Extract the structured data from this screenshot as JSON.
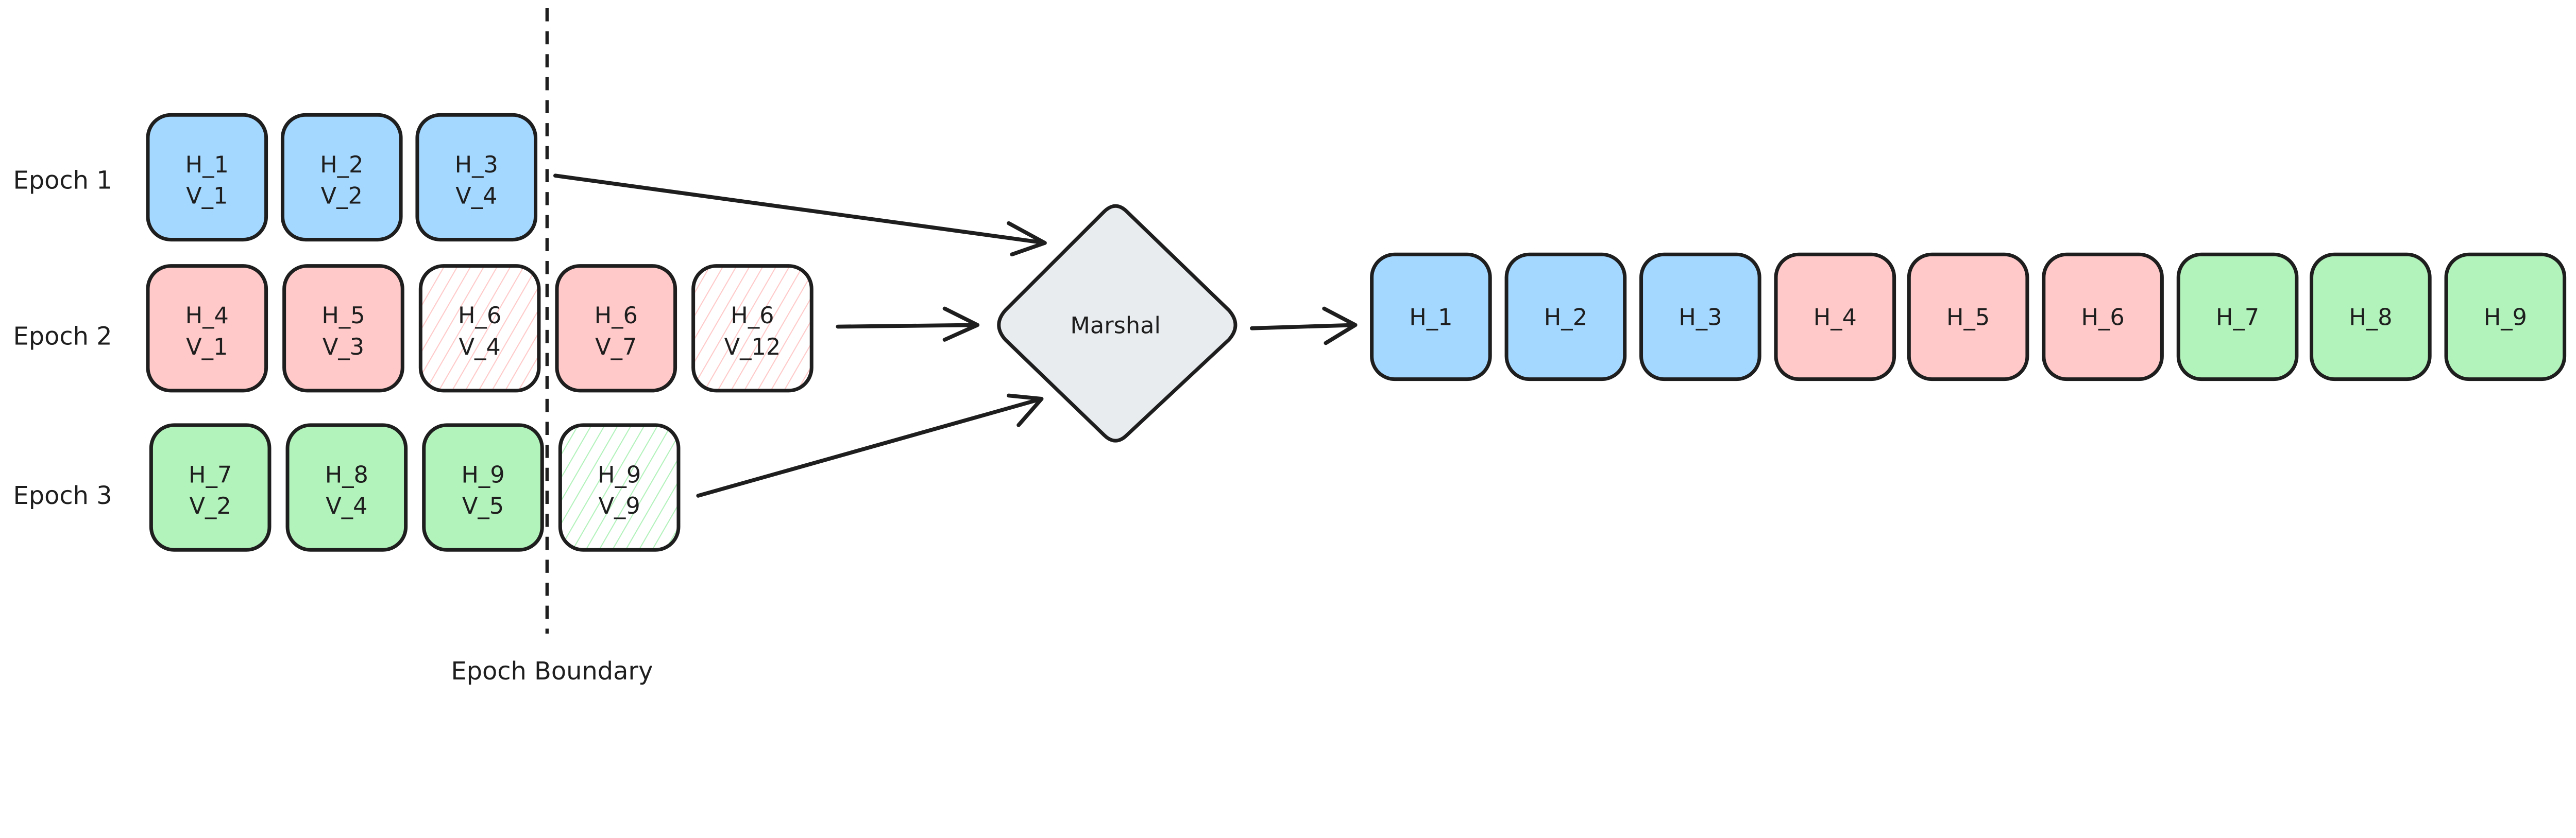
{
  "colors": {
    "blue": "#a5d8ff",
    "red": "#ffc9c9",
    "green": "#b2f2bb",
    "marshal": "#e9ecef",
    "stroke": "#1e1e1e"
  },
  "rows": [
    {
      "label": "Epoch 1",
      "color": "blue",
      "cells": [
        {
          "h": "H_1",
          "v": "V_1",
          "hatched": false
        },
        {
          "h": "H_2",
          "v": "V_2",
          "hatched": false
        },
        {
          "h": "H_3",
          "v": "V_4",
          "hatched": false
        }
      ]
    },
    {
      "label": "Epoch 2",
      "color": "red",
      "cells": [
        {
          "h": "H_4",
          "v": "V_1",
          "hatched": false
        },
        {
          "h": "H_5",
          "v": "V_3",
          "hatched": false
        },
        {
          "h": "H_6",
          "v": "V_4",
          "hatched": true
        },
        {
          "h": "H_6",
          "v": "V_7",
          "hatched": false
        },
        {
          "h": "H_6",
          "v": "V_12",
          "hatched": true
        }
      ]
    },
    {
      "label": "Epoch 3",
      "color": "green",
      "cells": [
        {
          "h": "H_7",
          "v": "V_2",
          "hatched": false
        },
        {
          "h": "H_8",
          "v": "V_4",
          "hatched": false
        },
        {
          "h": "H_9",
          "v": "V_5",
          "hatched": false
        },
        {
          "h": "H_9",
          "v": "V_9",
          "hatched": true
        }
      ]
    }
  ],
  "boundary_label": "Epoch Boundary",
  "marshal_label": "Marshal",
  "output": [
    {
      "label": "H_1",
      "color": "blue"
    },
    {
      "label": "H_2",
      "color": "blue"
    },
    {
      "label": "H_3",
      "color": "blue"
    },
    {
      "label": "H_4",
      "color": "red"
    },
    {
      "label": "H_5",
      "color": "red"
    },
    {
      "label": "H_6",
      "color": "red"
    },
    {
      "label": "H_7",
      "color": "green"
    },
    {
      "label": "H_8",
      "color": "green"
    },
    {
      "label": "H_9",
      "color": "green"
    }
  ]
}
